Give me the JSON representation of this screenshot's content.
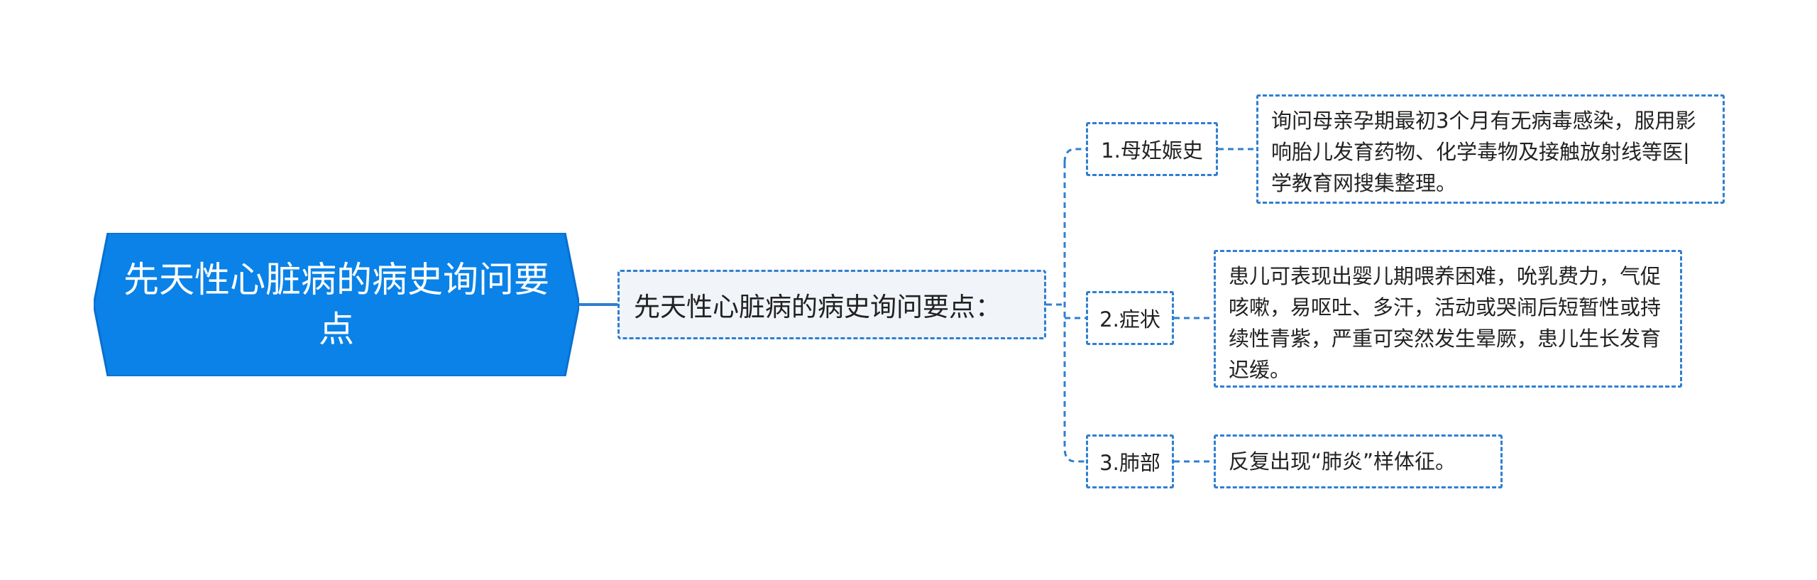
{
  "root": {
    "text": "先天性心脏病的病史询问要点",
    "fill_color": "#0a82e8",
    "border_color": "#0a6fd0"
  },
  "subtopic": {
    "text": "先天性心脏病的病史询问要点："
  },
  "branches": [
    {
      "label": "1.母妊娠史",
      "detail": "询问母亲孕期最初3个月有无病毒感染，服用影响胎儿发育药物、化学毒物及接触放射线等医|学教育网搜集整理。"
    },
    {
      "label": "2.症状",
      "detail": "患儿可表现出婴儿期喂养困难，吮乳费力，气促咳嗽，易呕吐、多汗，活动或哭闹后短暂性或持续性青紫，严重可突然发生晕厥，患儿生长发育迟缓。"
    },
    {
      "label": "3.肺部",
      "detail": "反复出现“肺炎”样体征。"
    }
  ],
  "colors": {
    "line": "#2f7fd1",
    "root_fill": "#0a82e8",
    "subtopic_fill": "#f1f4f8"
  }
}
